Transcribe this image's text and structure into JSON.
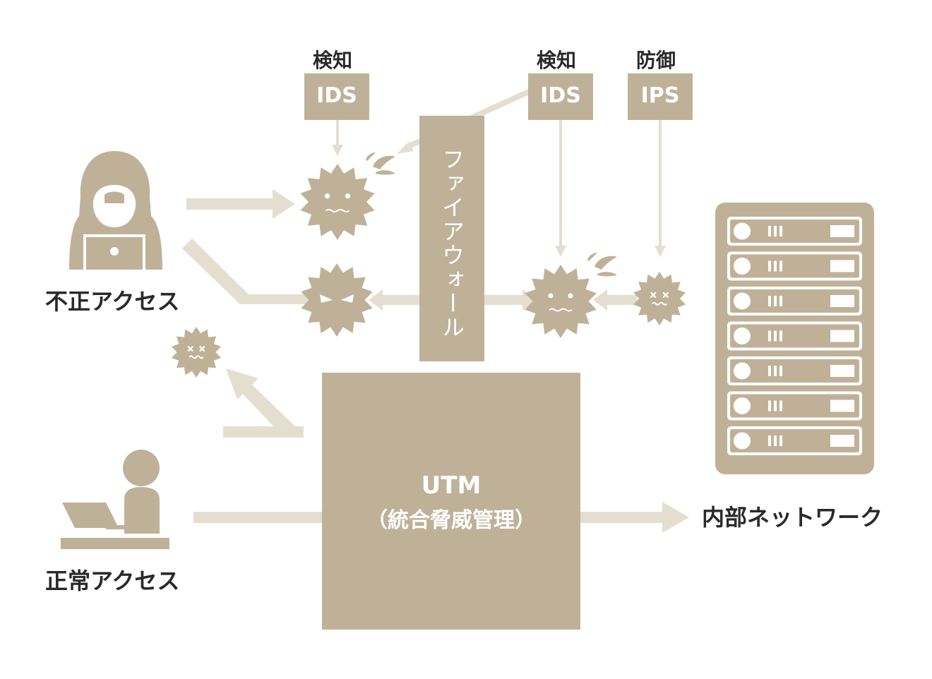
{
  "diagram": {
    "colors": {
      "primary": "#bfb198",
      "light": "#e4ded1",
      "background": "#ffffff",
      "text": "#2a2a2a"
    },
    "labels": {
      "detect_1": "検知",
      "detect_2": "検知",
      "defend": "防御",
      "unauthorized_access": "不正アクセス",
      "normal_access": "正常アクセス",
      "internal_network": "内部ネットワーク"
    },
    "boxes": {
      "ids_1": "IDS",
      "ids_2": "IDS",
      "ips": "IPS",
      "firewall": "ファイアウォール",
      "utm_title": "UTM",
      "utm_subtitle": "（統合脅威管理）"
    },
    "icons": [
      "hacker-icon",
      "user-laptop-icon",
      "server-rack-icon",
      "virus-icon",
      "virus-angry-icon",
      "virus-dead-icon",
      "splash-icon"
    ]
  }
}
